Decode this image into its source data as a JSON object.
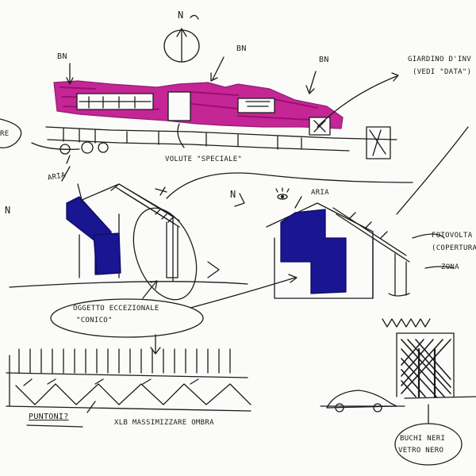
{
  "labels": {
    "north_top": "N",
    "bn_left": "BN",
    "bn_mid": "BN",
    "bn_right": "BN",
    "giardino_line1": "GIARDINO D'INV",
    "giardino_line2": "(VEDI \"DATA\")",
    "left_edge_fragment": "RE",
    "volute": "VOLUTE \"SPECIALE\"",
    "aria_top_left": "ARIA",
    "north_left_section": "N",
    "north_right_section": "N",
    "aria_right_section": "ARIA",
    "fotovoltaico_line1": "FOTOVOLTA",
    "fotovoltaico_line2": "(COPERTURA",
    "zona": "ZONA",
    "oggetto_line1": "OGGETTO ECCEZIONALE",
    "oggetto_line2": "\"CONICO\"",
    "puntoni": "PUNTONI?",
    "xlb": "XLB MASSIMIZZARE OMBRA",
    "buchi_line1": "BUCHI NERI",
    "buchi_line2": "VETRO NERO"
  },
  "colors": {
    "ink": "#1b1b1b",
    "magenta": "#c0168f",
    "blue": "#1a1590",
    "paper": "#fbfbf9"
  }
}
